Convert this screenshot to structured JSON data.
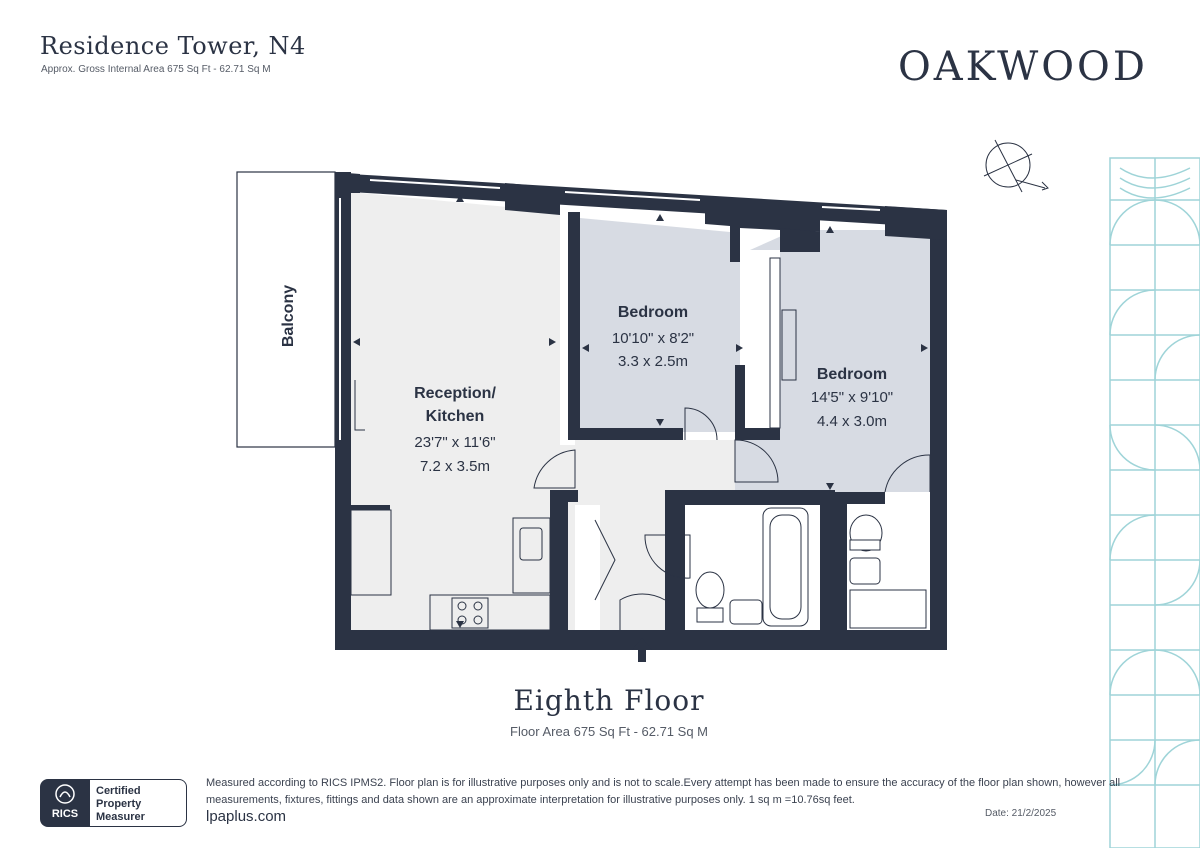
{
  "header": {
    "title": "Residence Tower, N4",
    "subtitle": "Approx. Gross Internal Area 675 Sq Ft - 62.71 Sq M"
  },
  "brand": {
    "name": "OAKWOOD"
  },
  "plan": {
    "floor_title": "Eighth Floor",
    "floor_area": "Floor Area 675 Sq Ft - 62.71 Sq M",
    "rooms": [
      {
        "name": "Balcony"
      },
      {
        "name_line1": "Reception/",
        "name_line2": "Kitchen",
        "imperial": "23'7\" x 11'6\"",
        "metric": "7.2 x 3.5m"
      },
      {
        "name": "Bedroom",
        "imperial": "10'10\" x 8'2\"",
        "metric": "3.3 x 2.5m"
      },
      {
        "name": "Bedroom",
        "imperial": "14'5\" x 9'10\"",
        "metric": "4.4 x 3.0m"
      }
    ]
  },
  "footer": {
    "rics_logo_text": "RICS",
    "badge_lines": [
      "Certified",
      "Property",
      "Measurer"
    ],
    "disclaimer": "Measured according to RICS IPMS2. Floor plan is for illustrative purposes only and is not to scale.Every attempt has been made to ensure the accuracy of the floor plan shown, however all measurements, fixtures, fittings and data shown are an approximate interpretation for illustrative purposes only. 1 sq m =10.76sq feet.",
    "website": "lpaplus.com",
    "date": "Date: 21/2/2025"
  },
  "icons": [
    "compass-icon",
    "entrance-arrow-icon",
    "rics-lion-icon"
  ],
  "colors": {
    "wall": "#2b3344",
    "bedroom_fill": "#d7dbe3",
    "reception_fill": "#eeeeee",
    "pattern": "#9fd4d8"
  }
}
